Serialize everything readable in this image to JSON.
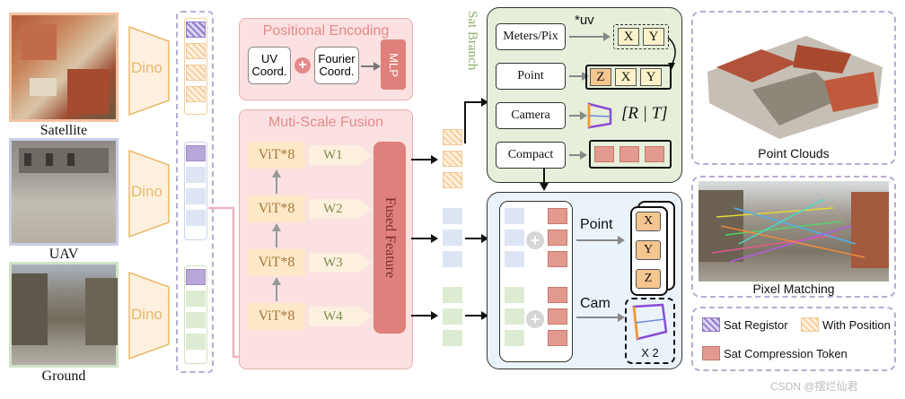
{
  "photos": {
    "satellite_caption": "Satellite",
    "uav_caption": "UAV",
    "ground_caption": "Ground"
  },
  "encoder": {
    "dino_label": "Dino"
  },
  "positional_encoding": {
    "title": "Positional Encoding",
    "uv": "UV\nCoord.",
    "fourier": "Fourier\nCoord.",
    "mlp": "MLP"
  },
  "fusion": {
    "title": "Muti-Scale Fusion",
    "vit_label": "ViT*8",
    "weights": [
      "W1",
      "W2",
      "W3",
      "W4"
    ],
    "fused": "Fused Feature"
  },
  "sat_branch": {
    "title": "Sat Branch",
    "meters": "Meters/Pix",
    "uv_mult": "*uv",
    "point": "Point",
    "camera": "Camera",
    "compact": "Compact",
    "rt": "[R | T]",
    "xy": [
      "X",
      "Y"
    ],
    "zxy": [
      "Z",
      "X",
      "Y"
    ]
  },
  "heads": {
    "point": "Point",
    "cam": "Cam",
    "xyz": [
      "X",
      "Y",
      "Z"
    ],
    "times_two": "X 2"
  },
  "outputs": {
    "point_clouds": "Point Clouds",
    "pixel_matching": "Pixel Matching"
  },
  "legend": {
    "sat_registor": "Sat Registor",
    "with_position": "With Position",
    "compression": "Sat Compression Token"
  },
  "watermark": "CSDN @摆烂仙君",
  "colors": {
    "pe_bg": "#fbe1e1",
    "fusion_bg": "#fbe1e1",
    "sat_bg": "#e6efd9",
    "head_bg": "#eaf3fa",
    "red_token": "#e29a8e",
    "hatched": "#f6cfa0",
    "purple": "#b8a6d8"
  }
}
